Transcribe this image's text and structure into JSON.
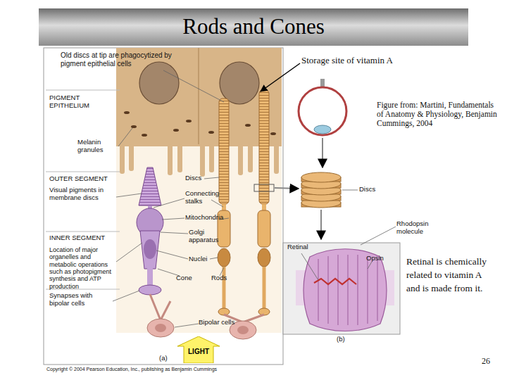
{
  "diagram": {
    "title": "Rods and Cones",
    "nodes": [
      {
        "text": [
          "LIGHT"
        ]
      }
    ],
    "labels": [
      "Old discs at tip are phagocytized by pigment epithelial cells",
      "PIGMENT EPITHELIUM",
      "Melanin granules",
      "OUTER SEGMENT",
      "Visual pigments in membrane discs",
      "Discs",
      "Connecting stalks",
      "Mitochondria",
      "INNER SEGMENT",
      "Location of major organelles and metabolic operations such as photopigment synthesis and ATP production",
      "Golgi apparatus",
      "Nuclei",
      "Cone",
      "Rods",
      "Synapses with bipolar cells",
      "Bipolar cells",
      "(a)",
      "Copyright © 2004 Pearson Education, Inc., publishing as Benjamin Cummings",
      "Storage site of vitamin A",
      "Figure from: Martini, Fundamentals of Anatomy & Physiology, Benjamin Cummings, 2004",
      "Discs",
      "Rhodopsin molecule",
      "Retinal",
      "Opsin",
      "(b)",
      "Retinal is chemically related to vitamin A and is made from it.",
      "26"
    ]
  }
}
